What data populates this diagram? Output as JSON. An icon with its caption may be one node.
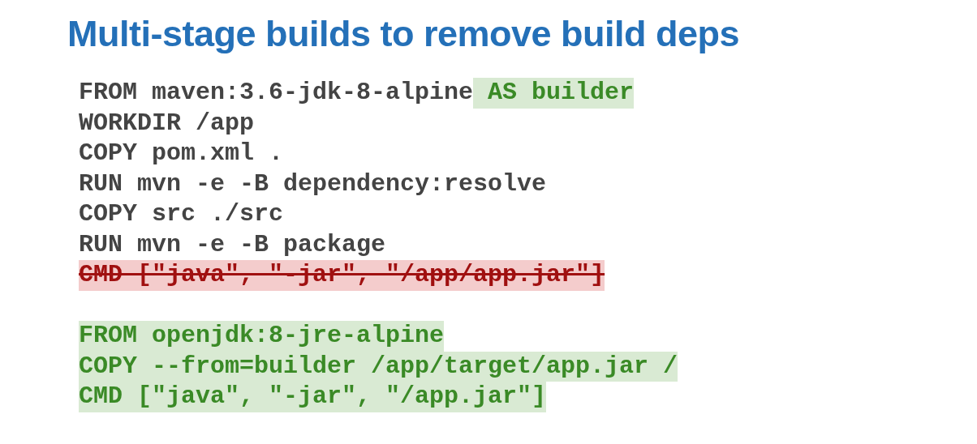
{
  "diagram": {
    "title": "Multi-stage builds to remove build deps",
    "labels": [
      "FROM maven:3.6-jdk-8-alpine",
      "AS builder",
      "WORKDIR /app",
      "COPY pom.xml .",
      "RUN mvn -e -B dependency:resolve",
      "COPY src ./src",
      "RUN mvn -e -B package",
      "CMD [\"java\", \"-jar\", \"/app/app.jar\"]",
      "FROM openjdk:8-jre-alpine",
      "COPY --from=builder /app/target/app.jar /",
      "CMD [\"java\", \"-jar\", \"/app.jar\"]"
    ]
  }
}
